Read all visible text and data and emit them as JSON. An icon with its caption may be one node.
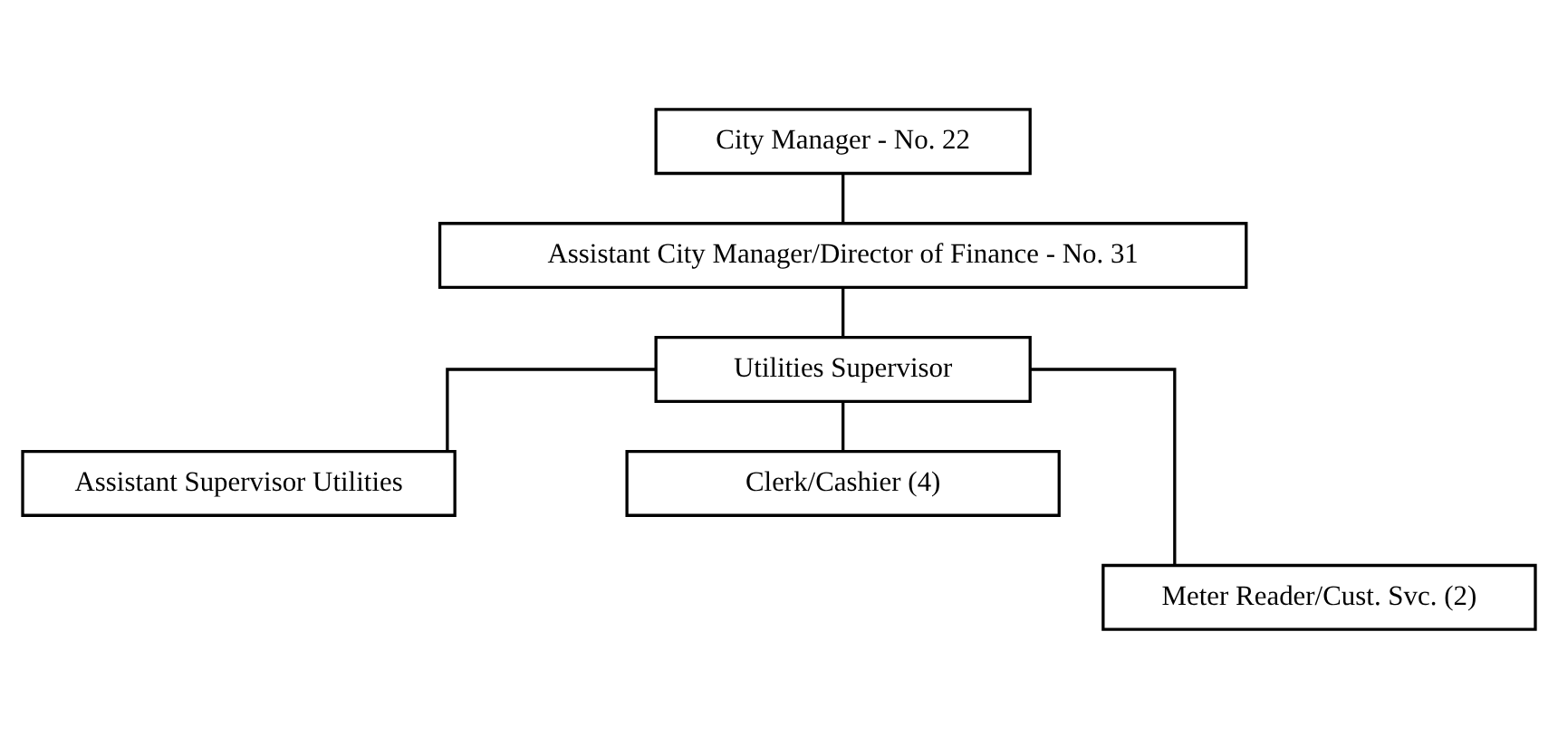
{
  "diagram": {
    "nodes": [
      {
        "text": [
          "City Manager - No. 22"
        ]
      },
      {
        "text": [
          "Assistant City Manager/Director of Finance - No. 31"
        ]
      },
      {
        "text": [
          "Utilities Supervisor"
        ]
      },
      {
        "text": [
          "Assistant Supervisor Utilities"
        ]
      },
      {
        "text": [
          "Clerk/Cashier (4)"
        ]
      },
      {
        "text": [
          "Meter Reader/Cust. Svc. (2)"
        ]
      }
    ],
    "edges": [
      {
        "from": 0,
        "to": 1,
        "arrow": "none"
      },
      {
        "from": 1,
        "to": 2,
        "arrow": "none"
      },
      {
        "from": 2,
        "to": 3,
        "arrow": "none"
      },
      {
        "from": 2,
        "to": 4,
        "arrow": "none"
      },
      {
        "from": 2,
        "to": 5,
        "arrow": "none"
      }
    ]
  }
}
